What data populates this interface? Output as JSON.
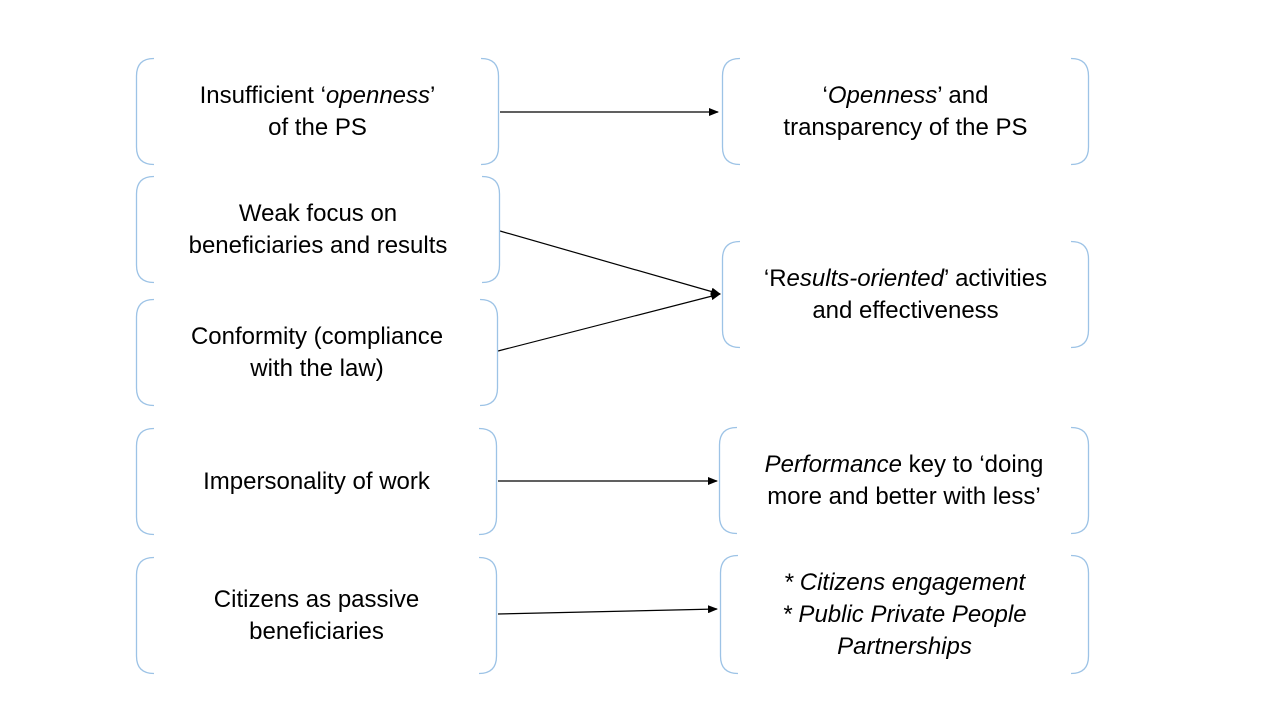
{
  "colors": {
    "box_border": "#9DC3E6",
    "arrow": "#000000",
    "text": "#000000"
  },
  "left_boxes": [
    {
      "id": "L1",
      "lines": [
        [
          {
            "t": "Insufficient ‘"
          },
          {
            "t": "openness",
            "i": true
          },
          {
            "t": "’"
          }
        ],
        [
          {
            "t": "of the PS"
          }
        ]
      ]
    },
    {
      "id": "L2",
      "lines": [
        [
          {
            "t": "Weak focus  on"
          }
        ],
        [
          {
            "t": "beneficiaries and results"
          }
        ]
      ]
    },
    {
      "id": "L3",
      "lines": [
        [
          {
            "t": "Conformity (compliance"
          }
        ],
        [
          {
            "t": "with the law)"
          }
        ]
      ]
    },
    {
      "id": "L4",
      "lines": [
        [
          {
            "t": "Impersonality of work"
          }
        ]
      ]
    },
    {
      "id": "L5",
      "lines": [
        [
          {
            "t": "Citizens as passive"
          }
        ],
        [
          {
            "t": "beneficiaries"
          }
        ]
      ]
    }
  ],
  "right_boxes": [
    {
      "id": "R1",
      "lines": [
        [
          {
            "t": "‘"
          },
          {
            "t": "Openness",
            "i": true
          },
          {
            "t": "’ and"
          }
        ],
        [
          {
            "t": "transparency of the PS"
          }
        ]
      ]
    },
    {
      "id": "R2",
      "lines": [
        [
          {
            "t": "‘R"
          },
          {
            "t": "esults-oriented",
            "i": true
          },
          {
            "t": "’ activities"
          }
        ],
        [
          {
            "t": "and effectiveness"
          }
        ]
      ]
    },
    {
      "id": "R3",
      "lines": [
        [
          {
            "t": "Performance",
            "i": true
          },
          {
            "t": " key to ‘doing"
          }
        ],
        [
          {
            "t": "more and better with less’"
          }
        ]
      ]
    },
    {
      "id": "R4",
      "lines": [
        [
          {
            "t": "* Citizens engagement",
            "i": true
          }
        ],
        [
          {
            "t": "* Public Private People",
            "i": true
          }
        ],
        [
          {
            "t": "Partnerships",
            "i": true
          }
        ]
      ]
    }
  ],
  "connections": [
    {
      "from": "L1",
      "to": "R1"
    },
    {
      "from": "L2",
      "to": "R2"
    },
    {
      "from": "L3",
      "to": "R2"
    },
    {
      "from": "L4",
      "to": "R3"
    },
    {
      "from": "L5",
      "to": "R4"
    }
  ]
}
